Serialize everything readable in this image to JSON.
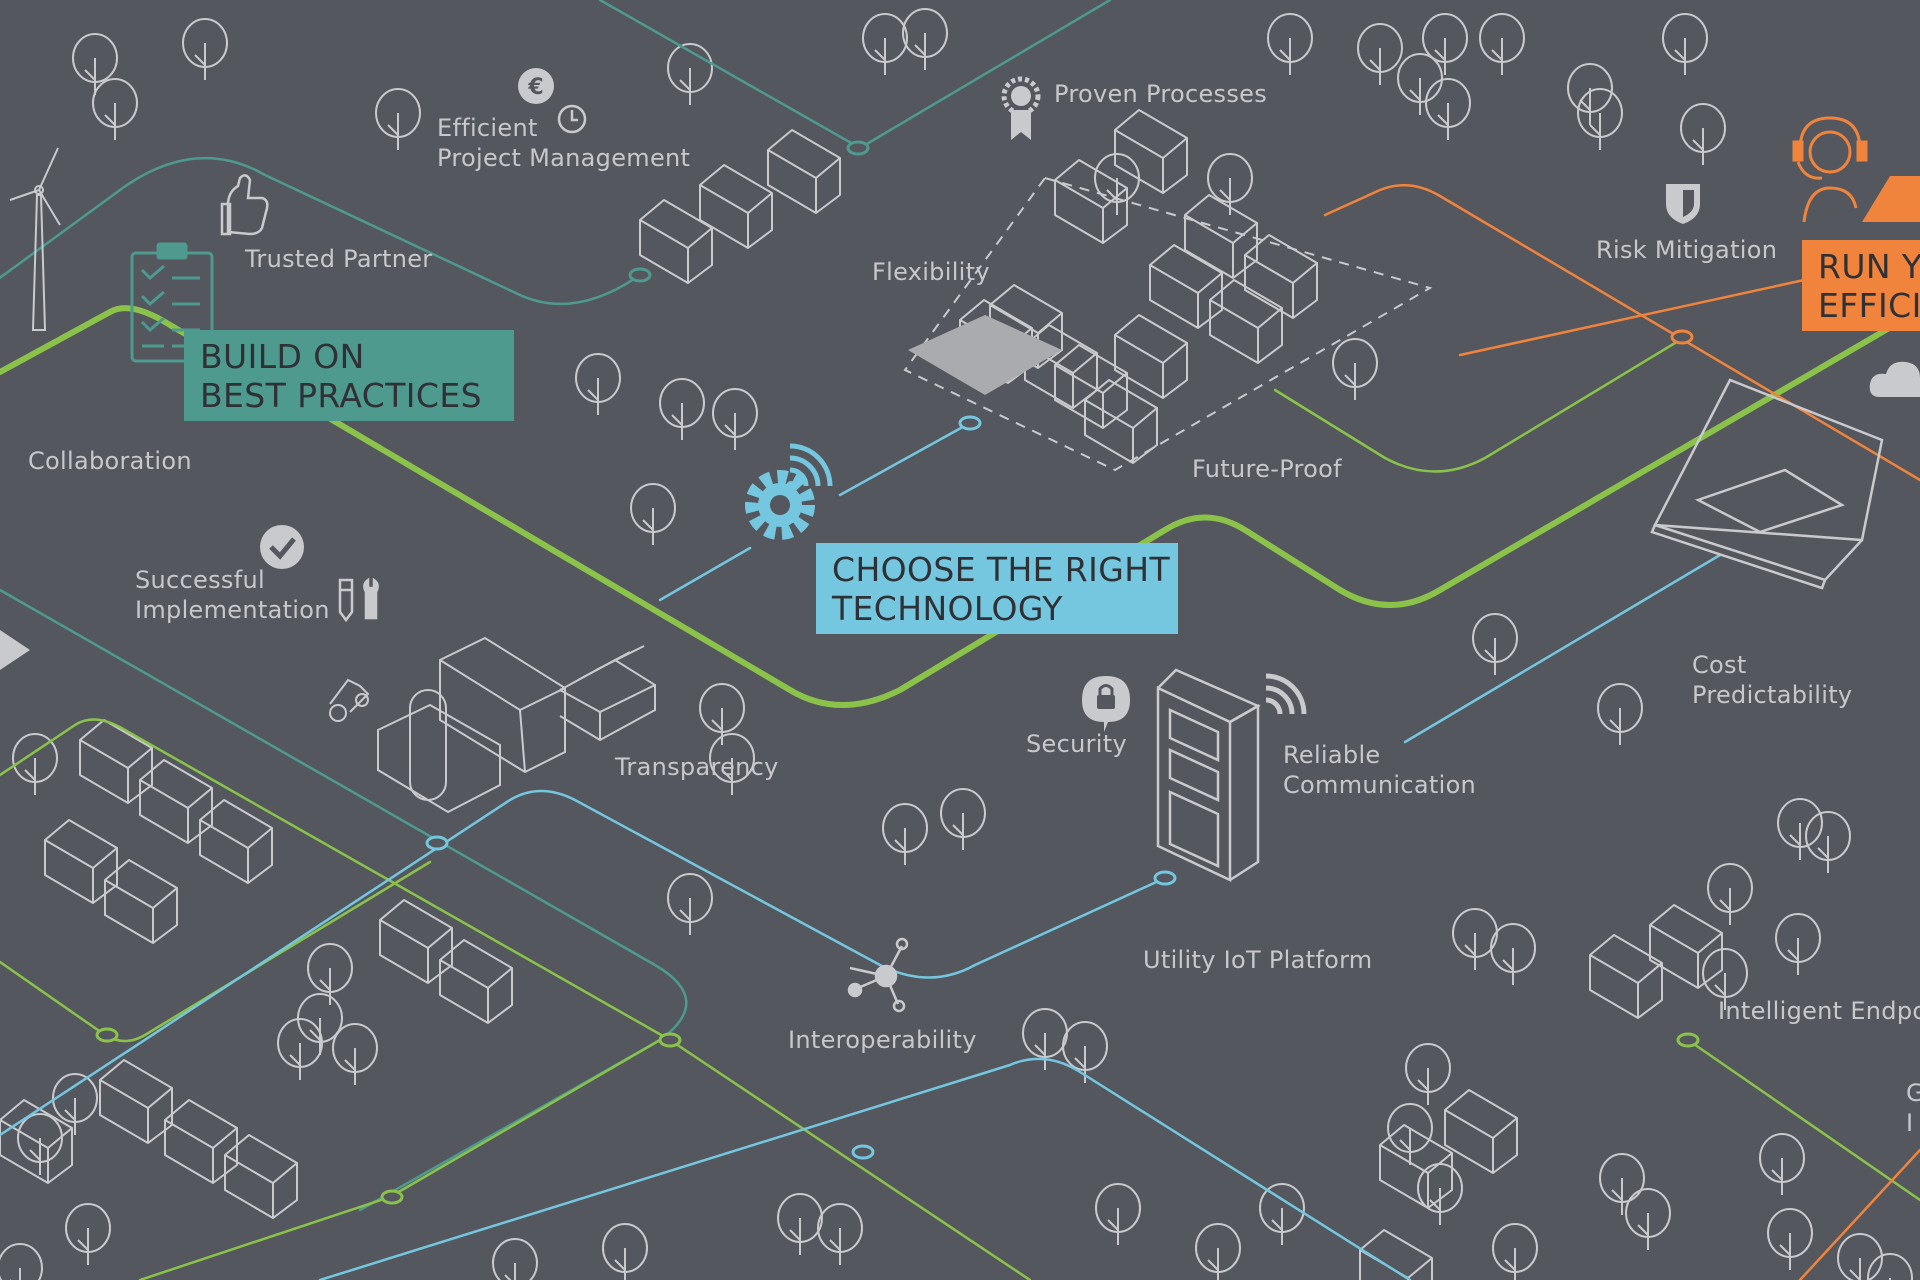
{
  "colors": {
    "background": "#55575e",
    "green": "#8bc34a",
    "teal": "#4e9a8f",
    "blue": "#74c7df",
    "orange": "#f0843c",
    "outline": "#c8cace"
  },
  "banners": {
    "best_practices": [
      "BUILD ON",
      "BEST PRACTICES"
    ],
    "right_technology": [
      "CHOOSE THE RIGHT",
      "TECHNOLOGY"
    ],
    "run_efficiently": [
      "RUN Y",
      "EFFICI"
    ]
  },
  "labels": {
    "efficient_pm": [
      "Efficient",
      "Project Management"
    ],
    "proven_processes": "Proven Processes",
    "trusted_partner": "Trusted Partner",
    "flexibility": "Flexibility",
    "risk_mitigation": "Risk Mitigation",
    "collaboration": "Collaboration",
    "future_proof": "Future-Proof",
    "successful_implementation": [
      "Successful",
      "Implementation"
    ],
    "cost_predictability": [
      "Cost",
      "Predictability"
    ],
    "security": "Security",
    "reliable_communication": [
      "Reliable",
      "Communication"
    ],
    "transparency": "Transparency",
    "utility_iot_platform": "Utility IoT Platform",
    "interoperability": "Interoperability",
    "intelligent_endpoints": "Intelligent Endpo",
    "edge_g": "G",
    "edge_i": "I"
  },
  "icons": [
    "wind-turbine-icon",
    "clipboard-checklist-icon",
    "thumbs-up-icon",
    "euro-coin-icon",
    "clock-icon",
    "award-ribbon-icon",
    "shield-icon",
    "headset-agent-icon",
    "cloud-icon",
    "check-circle-icon",
    "tools-icon",
    "play-arrow-icon",
    "gear-signal-icon",
    "padlock-icon",
    "wifi-signal-icon",
    "network-hub-icon",
    "laptop-icon",
    "smart-meter-icon",
    "tractor-icon"
  ]
}
